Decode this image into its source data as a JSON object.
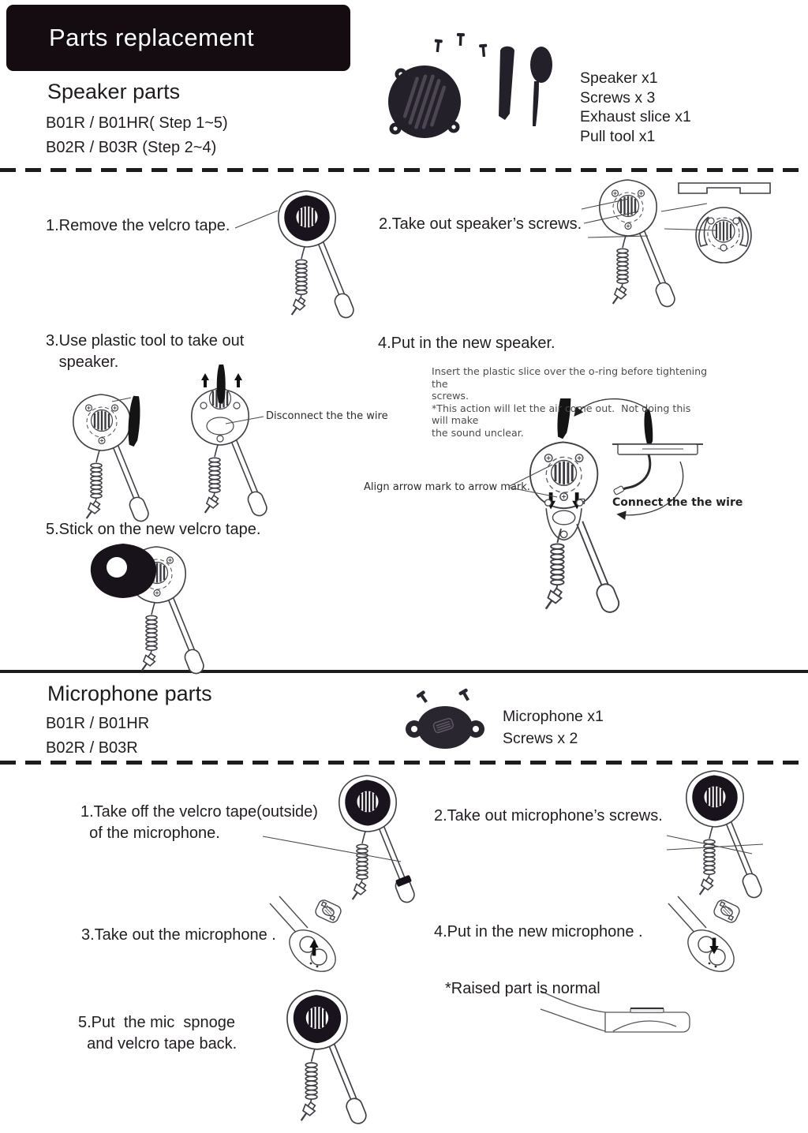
{
  "header": {
    "title": "Parts replacement"
  },
  "speaker": {
    "heading": "Speaker parts",
    "model_line1": "B01R / B01HR( Step 1~5)",
    "model_line2": "B02R / B03R (Step 2~4)",
    "kit": [
      "Speaker x1",
      "Screws x 3",
      "Exhaust slice x1",
      "Pull tool x1"
    ],
    "step1": "1.Remove the velcro tape.",
    "step2": "2.Take out speaker’s screws.",
    "step3": "3.Use plastic tool to take out\n   speaker.",
    "step4": "4.Put in the new speaker.",
    "step5": "5.Stick on the new velcro tape.",
    "note": "Insert the plastic slice over the o-ring before tightening the\nscrews.\n*This action will let the air come out.  Not doing this will make\nthe sound unclear.",
    "label_disconnect": "Disconnect the the wire",
    "label_align": "Align arrow mark to arrow mark.",
    "label_connect": "Connect the the wire"
  },
  "microphone": {
    "heading": "Microphone parts",
    "model_line1": "B01R / B01HR",
    "model_line2": "B02R / B03R",
    "kit": [
      "Microphone x1",
      "Screws x 2"
    ],
    "step1": "1.Take off the velcro tape(outside)\n  of the microphone.",
    "step2": "2.Take out microphone’s screws.",
    "step3": "3.Take out the microphone .",
    "step4": "4.Put in the new microphone .",
    "step5": "5.Put  the mic  spnoge\n  and velcro tape back.",
    "note_raised": "*Raised part is normal"
  },
  "colors": {
    "ink": "#221d22",
    "header_bg": "#150c12",
    "line": "#1c1c1e"
  }
}
